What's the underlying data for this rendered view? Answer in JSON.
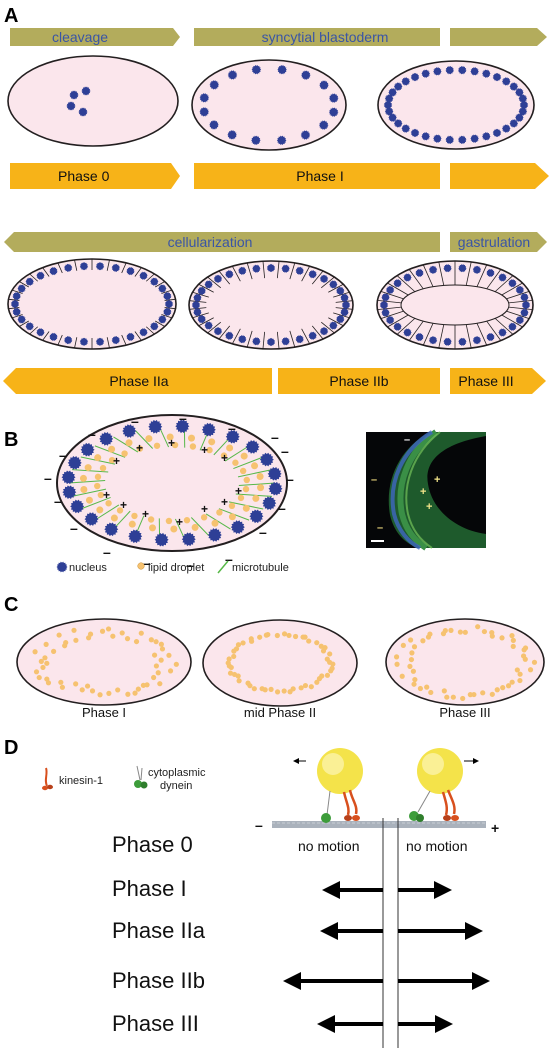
{
  "colors": {
    "stage_bar": "#b3ac5c",
    "phase_bar": "#f7b318",
    "stage_text": "#3a55a5",
    "embryo_fill": "#fbe6ec",
    "nucleus": "#2e3f96",
    "lipid": "#f6c270",
    "microtubule": "#57b848",
    "bead": "#f4e34a",
    "kinesin": "#d8501e",
    "dynein": "#3d9c3a",
    "track": "#aab2bc"
  },
  "panel_a": {
    "letter": "A",
    "stages_top": [
      "cleavage",
      "syncytial blastoderm"
    ],
    "phases_top": [
      "Phase 0",
      "Phase I"
    ],
    "stages_bottom": [
      "cellularization",
      "gastrulation"
    ],
    "phases_bottom": [
      "Phase IIa",
      "Phase IIb",
      "Phase III"
    ]
  },
  "panel_b": {
    "letter": "B",
    "minus": "–",
    "plus": "+",
    "legend": [
      "nucleus",
      "lipid droplet",
      "microtubule"
    ]
  },
  "panel_c": {
    "letter": "C",
    "labels": [
      "Phase I",
      "mid Phase II",
      "Phase III"
    ]
  },
  "panel_d": {
    "letter": "D",
    "kinesin_label": "kinesin-1",
    "dynein_label_1": "cytoplasmic",
    "dynein_label_2": "dynein",
    "minus": "–",
    "plus": "+",
    "rows": [
      {
        "label": "Phase 0",
        "left_text": "no motion",
        "right_text": "no motion"
      },
      {
        "label": "Phase I"
      },
      {
        "label": "Phase IIa"
      },
      {
        "label": "Phase IIb"
      },
      {
        "label": "Phase III"
      }
    ]
  }
}
